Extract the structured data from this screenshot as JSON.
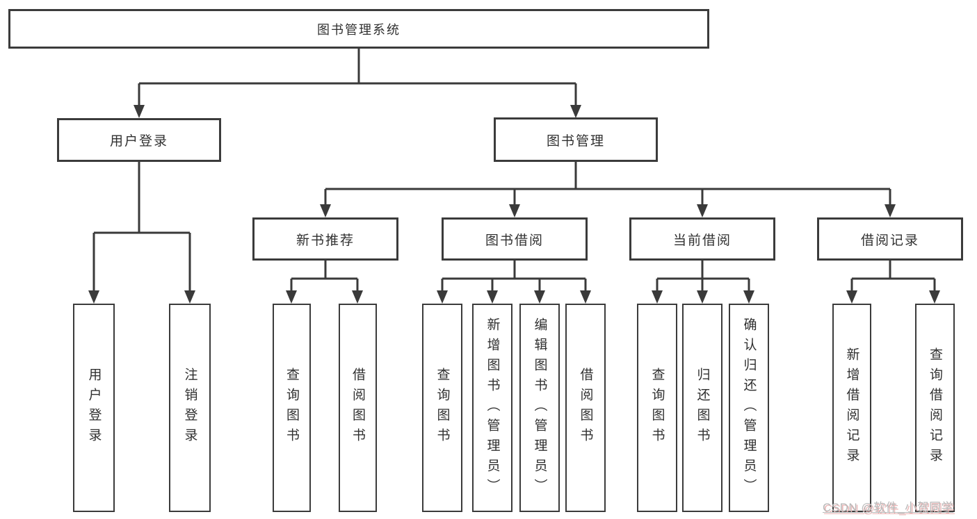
{
  "tree": {
    "label": "图书管理系统",
    "children": [
      {
        "label": "用户登录",
        "children": [
          {
            "label": "用户登录"
          },
          {
            "label": "注销登录"
          }
        ]
      },
      {
        "label": "图书管理",
        "children": [
          {
            "label": "新书推荐",
            "children": [
              {
                "label": "查询图书"
              },
              {
                "label": "借阅图书"
              }
            ]
          },
          {
            "label": "图书借阅",
            "children": [
              {
                "label": "查询图书"
              },
              {
                "label": "新增图书（管理员）"
              },
              {
                "label": "编辑图书（管理员）"
              },
              {
                "label": "借阅图书"
              }
            ]
          },
          {
            "label": "当前借阅",
            "children": [
              {
                "label": "查询图书"
              },
              {
                "label": "归还图书"
              },
              {
                "label": "确认归还（管理员）"
              }
            ]
          },
          {
            "label": "借阅记录",
            "children": [
              {
                "label": "新增借阅记录"
              },
              {
                "label": "查询借阅记录"
              }
            ]
          }
        ]
      }
    ]
  },
  "watermark": {
    "text": "CSDN @软件_小贺同学"
  },
  "colors": {
    "line": "#3a3a3a",
    "box_border": "#3b3b3b",
    "text": "#303030",
    "watermark_text": "#b8b8b8",
    "watermark_shadow": "#eab6b6",
    "background": "#ffffff"
  }
}
